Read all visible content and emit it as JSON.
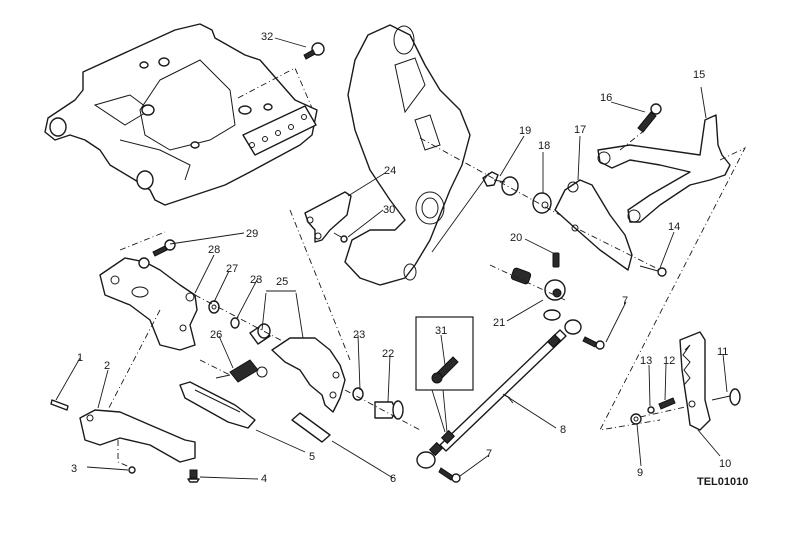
{
  "diagram": {
    "reference_code": "TEL01010",
    "callouts": [
      {
        "id": "c1",
        "label": "1"
      },
      {
        "id": "c2",
        "label": "2"
      },
      {
        "id": "c3",
        "label": "3"
      },
      {
        "id": "c4",
        "label": "4"
      },
      {
        "id": "c5",
        "label": "5"
      },
      {
        "id": "c6",
        "label": "6"
      },
      {
        "id": "c7a",
        "label": "7"
      },
      {
        "id": "c7b",
        "label": "7"
      },
      {
        "id": "c8",
        "label": "8"
      },
      {
        "id": "c9",
        "label": "9"
      },
      {
        "id": "c10",
        "label": "10"
      },
      {
        "id": "c11",
        "label": "11"
      },
      {
        "id": "c12",
        "label": "12"
      },
      {
        "id": "c13",
        "label": "13"
      },
      {
        "id": "c14",
        "label": "14"
      },
      {
        "id": "c15",
        "label": "15"
      },
      {
        "id": "c16",
        "label": "16"
      },
      {
        "id": "c17",
        "label": "17"
      },
      {
        "id": "c18",
        "label": "18"
      },
      {
        "id": "c19",
        "label": "19"
      },
      {
        "id": "c20",
        "label": "20"
      },
      {
        "id": "c21",
        "label": "21"
      },
      {
        "id": "c22",
        "label": "22"
      },
      {
        "id": "c23a",
        "label": "23"
      },
      {
        "id": "c23b",
        "label": "23"
      },
      {
        "id": "c24",
        "label": "24"
      },
      {
        "id": "c25",
        "label": "25"
      },
      {
        "id": "c26",
        "label": "26"
      },
      {
        "id": "c27",
        "label": "27"
      },
      {
        "id": "c28",
        "label": "28"
      },
      {
        "id": "c29",
        "label": "29"
      },
      {
        "id": "c30",
        "label": "30"
      },
      {
        "id": "c31",
        "label": "31"
      },
      {
        "id": "c32",
        "label": "32"
      }
    ]
  }
}
